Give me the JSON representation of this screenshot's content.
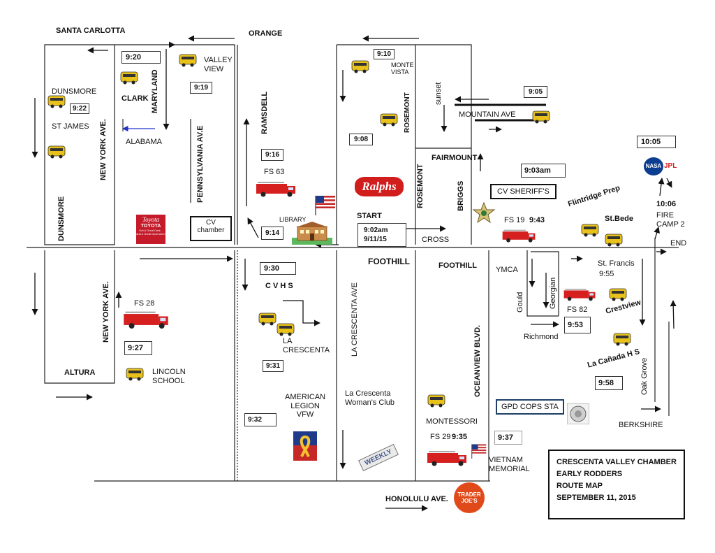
{
  "streets": {
    "santa_carlotta": "SANTA CARLOTTA",
    "orange": "ORANGE",
    "dunsmore_top": "DUNSMORE",
    "st_james": "ST JAMES",
    "dunsmore_side": "DUNSMORE",
    "new_york_top": "NEW YORK AVE.",
    "clark": "CLARK",
    "maryland": "MARYLAND",
    "alabama": "ALABAMA",
    "pennsylvania": "PENNSYLVANIA AV.E",
    "valley_view": "VALLEY\nVIEW",
    "ramsdell": "RAMSDELL",
    "monte_vista": "MONTE\nVISTA",
    "rosemont_top": "ROSEMONT",
    "sunset": "sunset",
    "mountain_ave": "MOUNTAIN AVE",
    "fairmount": "FAIRMOUNT",
    "rosemont_mid": "ROSEMONT",
    "briggs": "BRIGGS",
    "start": "START",
    "cross": "CROSS",
    "foothill_center": "FOOTHILL",
    "foothill_right": "FOOTHILL",
    "la_crescenta_ave": "LA CRESCENTA AVE",
    "oceanview": "OCEANVIEW BLVD.",
    "ymca": "YMCA",
    "gould": "Gould",
    "georgian": "Georgian",
    "richmond": "Richmond",
    "new_york_bottom": "NEW YORK AVE.",
    "altura": "ALTURA",
    "honolulu": "HONOLULU AVE.",
    "oak_grove": "Oak Grove",
    "berkshire": "BERKSHIRE",
    "end": "END",
    "flintridge": "Flintridge Prep",
    "st_bede": "St.Bede",
    "st_francis": "St. Francis",
    "crestview": "Crestview",
    "la_canada": "La Cañada H  S"
  },
  "places": {
    "library": "LIBRARY",
    "cv_chamber": "CV\nchamber",
    "cvhs": "C V H S",
    "la_crescenta": "LA\nCRESCENTA",
    "lincoln": "LINCOLN\nSCHOOL",
    "american_legion": "AMERICAN\nLEGION\nVFW",
    "womans_club": "La Crescenta\nWoman's Club",
    "montessori": "MONTESSORI",
    "vietnam": "VIETNAM\nMEMORIAL",
    "cv_sheriff": "CV SHERIFF'S",
    "gpd_cops": "GPD COPS STA",
    "fire_camp": "FIRE\nCAMP 2",
    "fs63": "FS 63",
    "fs28": "FS 28",
    "fs19": "FS 19",
    "fs82": "FS 82",
    "fs29": "FS 29",
    "ralphs": "Ralphs",
    "trader_joes": "TRADER\nJOE'S",
    "nasa": "NASA",
    "jpl": "JPL",
    "weekly": "WEEKLY",
    "toyota_brand": "Toyota",
    "toyota_name": "TOYOTA",
    "toyota_tag": "Get A Great Deal...\nand A Great Deal More!"
  },
  "times": {
    "t920": "9:20",
    "t922": "9:22",
    "t919": "9:19",
    "t910": "9:10",
    "t908": "9:08",
    "t905": "9:05",
    "t916": "9:16",
    "t914": "9:14",
    "t1005": "10:05",
    "t903": "9:03am",
    "t1006": "10:06",
    "t902": "9:02am\n9/11/15",
    "t943": "9:43",
    "t930": "9:30",
    "t955": "9:55",
    "t953": "9:53",
    "t927": "9:27",
    "t931": "9:31",
    "t958": "9:58",
    "t932": "9:32",
    "t935": "9:35",
    "t937": "9:37"
  },
  "legend": {
    "line1": "CRESCENTA VALLEY CHAMBER",
    "line2": "EARLY RODDERS",
    "line3": "ROUTE MAP",
    "line4": "SEPTEMBER 11, 2015"
  },
  "colors": {
    "bus": "#e8c21a",
    "truck": "#d62020",
    "route_box": "#1f3f66",
    "alabama_arrow": "#2233cc"
  },
  "icons": {
    "bus": "school-bus-icon",
    "truck": "fire-truck-icon",
    "flag": "us-flag-icon",
    "badge": "sheriff-badge-icon",
    "library": "library-building-icon"
  }
}
